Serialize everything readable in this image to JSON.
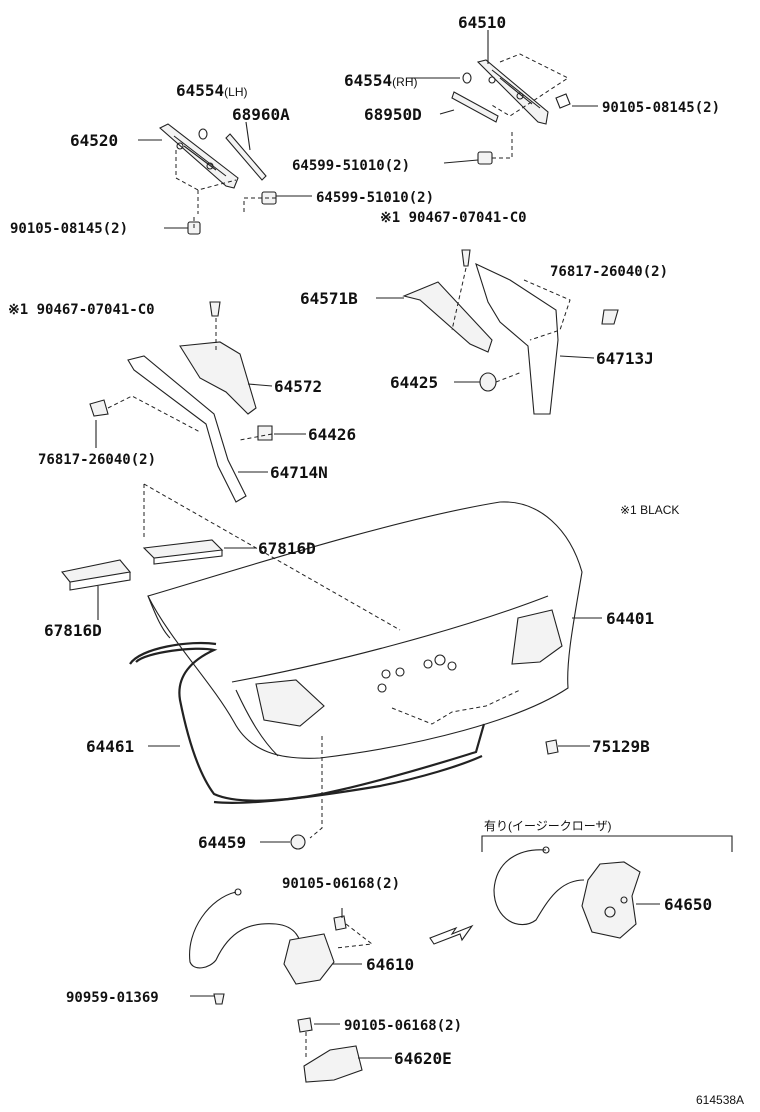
{
  "labels": {
    "p64510": "64510",
    "p64554_lh": "64554",
    "lh_suffix": "(LH)",
    "p64554_rh": "64554",
    "rh_suffix": "(RH)",
    "p68960a": "68960A",
    "p68950d": "68950D",
    "p64520": "64520",
    "p90105_08145_right": "90105-08145(2)",
    "p64599_51010_a": "64599-51010(2)",
    "p64599_51010_b": "64599-51010(2)",
    "p90105_08145_left": "90105-08145(2)",
    "p90467_right": "※1 90467-07041-C0",
    "p90467_left": "※1 90467-07041-C0",
    "p76817_right": "76817-26040(2)",
    "p64571b": "64571B",
    "p64572": "64572",
    "p64425": "64425",
    "p64713j": "64713J",
    "p64426": "64426",
    "p76817_left": "76817-26040(2)",
    "p64714n": "64714N",
    "note_black": "※1 BLACK",
    "p67816d_right": "67816D",
    "p67816d_left": "67816D",
    "p64401": "64401",
    "p64461": "64461",
    "p75129b": "75129B",
    "p64459": "64459",
    "easy_closer_note": "有り(イージークローザ)",
    "p90105_06168_a": "90105-06168(2)",
    "p64650": "64650",
    "p64610": "64610",
    "p90959_01369": "90959-01369",
    "p90105_06168_b": "90105-06168(2)",
    "p64620e": "64620E",
    "figure_code": "614538A"
  }
}
